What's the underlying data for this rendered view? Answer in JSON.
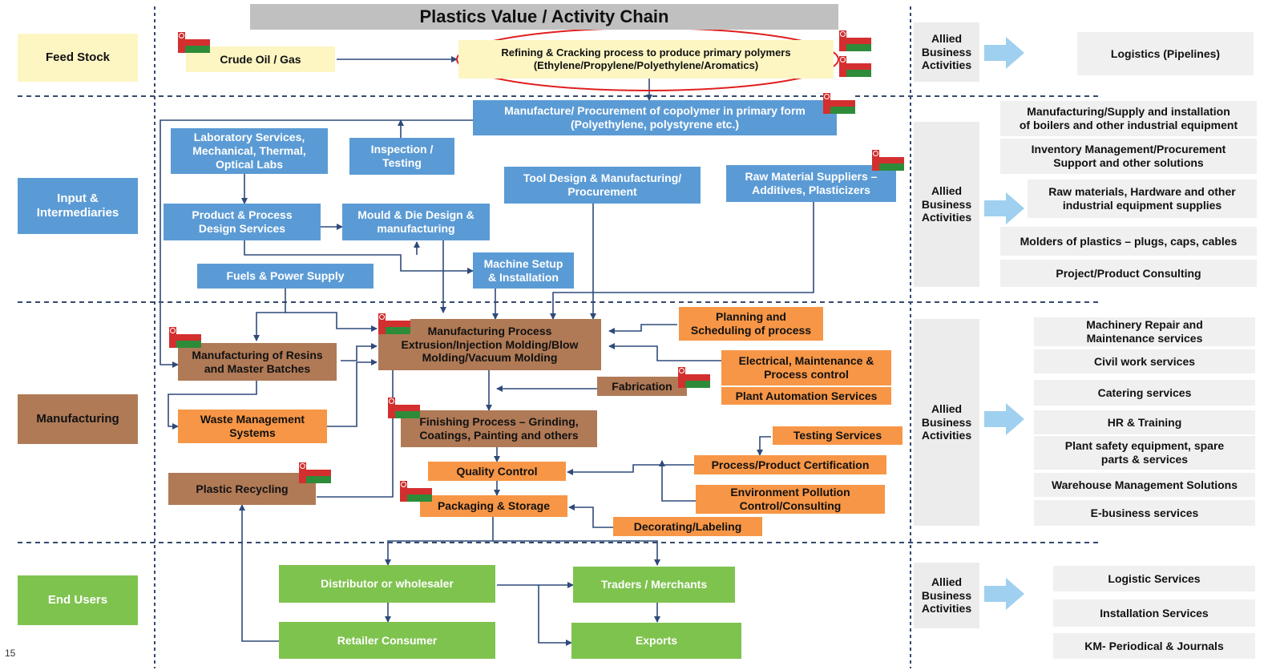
{
  "title": "Plastics Value / Activity Chain",
  "page_number": "15",
  "categories": {
    "feedstock": "Feed Stock",
    "input": [
      "Input &",
      "Intermediaries"
    ],
    "manufacturing": "Manufacturing",
    "endusers": "End Users"
  },
  "feedstock": {
    "crude": "Crude Oil / Gas",
    "refining": [
      "Refining & Cracking process to produce primary polymers",
      "(Ethylene/Propylene/Polyethylene/Aromatics)"
    ]
  },
  "inputs": {
    "copolymer": [
      "Manufacture/ Procurement of copolymer in primary form",
      "(Polyethylene, polystyrene etc.)"
    ],
    "lab": [
      "Laboratory Services,",
      "Mechanical, Thermal,",
      "Optical Labs"
    ],
    "inspection": [
      "Inspection /",
      "Testing"
    ],
    "tool": [
      "Tool Design & Manufacturing/",
      "Procurement"
    ],
    "raw": [
      "Raw Material Suppliers –",
      "Additives, Plasticizers"
    ],
    "product_design": [
      "Product & Process",
      "Design Services"
    ],
    "mould": [
      "Mould & Die Design &",
      "manufacturing"
    ],
    "machine": [
      "Machine Setup",
      "& Installation"
    ],
    "fuels": "Fuels & Power Supply"
  },
  "manufacturing": {
    "process": [
      "Manufacturing Process",
      "Extrusion/Injection Molding/Blow",
      "Molding/Vacuum Molding"
    ],
    "resins": [
      "Manufacturing of Resins",
      "and Master Batches"
    ],
    "planning": [
      "Planning and",
      "Scheduling of process"
    ],
    "electrical": [
      "Electrical, Maintenance &",
      "Process control"
    ],
    "automation": "Plant Automation Services",
    "fabrication": "Fabrication",
    "waste": [
      "Waste Management",
      "Systems"
    ],
    "finishing": [
      "Finishing Process – Grinding,",
      "Coatings, Painting and others"
    ],
    "testing": "Testing Services",
    "certification": "Process/Product Certification",
    "quality": "Quality Control",
    "recycling": "Plastic Recycling",
    "environment": [
      "Environment Pollution",
      "Control/Consulting"
    ],
    "packaging": "Packaging & Storage",
    "decorating": "Decorating/Labeling"
  },
  "endusers": {
    "distributor": "Distributor or wholesaler",
    "traders": "Traders / Merchants",
    "retailer": "Retailer Consumer",
    "exports": "Exports"
  },
  "allied_label": [
    "Allied",
    "Business",
    "Activities"
  ],
  "allied": {
    "feedstock": [
      "Logistics (Pipelines)"
    ],
    "input": [
      [
        "Manufacturing/Supply and installation",
        "of boilers and other industrial equipment"
      ],
      [
        "Inventory Management/Procurement",
        "Support and other solutions"
      ],
      [
        "Raw materials, Hardware and other",
        "industrial equipment supplies"
      ],
      [
        "Molders of plastics – plugs, caps, cables"
      ],
      [
        "Project/Product Consulting"
      ]
    ],
    "manufacturing": [
      [
        "Machinery Repair and",
        "Maintenance services"
      ],
      [
        "Civil work services"
      ],
      [
        "Catering services"
      ],
      [
        "HR & Training"
      ],
      [
        "Plant safety equipment, spare",
        "parts & services"
      ],
      [
        "Warehouse Management Solutions"
      ],
      [
        "E-business services"
      ]
    ],
    "endusers": [
      [
        "Logistic Services"
      ],
      [
        "Installation Services"
      ],
      [
        "KM- Periodical & Journals"
      ]
    ]
  },
  "colors": {
    "feedstock": "#fdf6c3",
    "input": "#5b9bd5",
    "manufacturing": "#b07a56",
    "service": "#f4a460",
    "enduser": "#7fc34f",
    "allied": "#ececec",
    "highlight_ellipse": "#e02020",
    "arrow": "#2f4a7a",
    "allied_arrow": "#9fd0f0"
  }
}
